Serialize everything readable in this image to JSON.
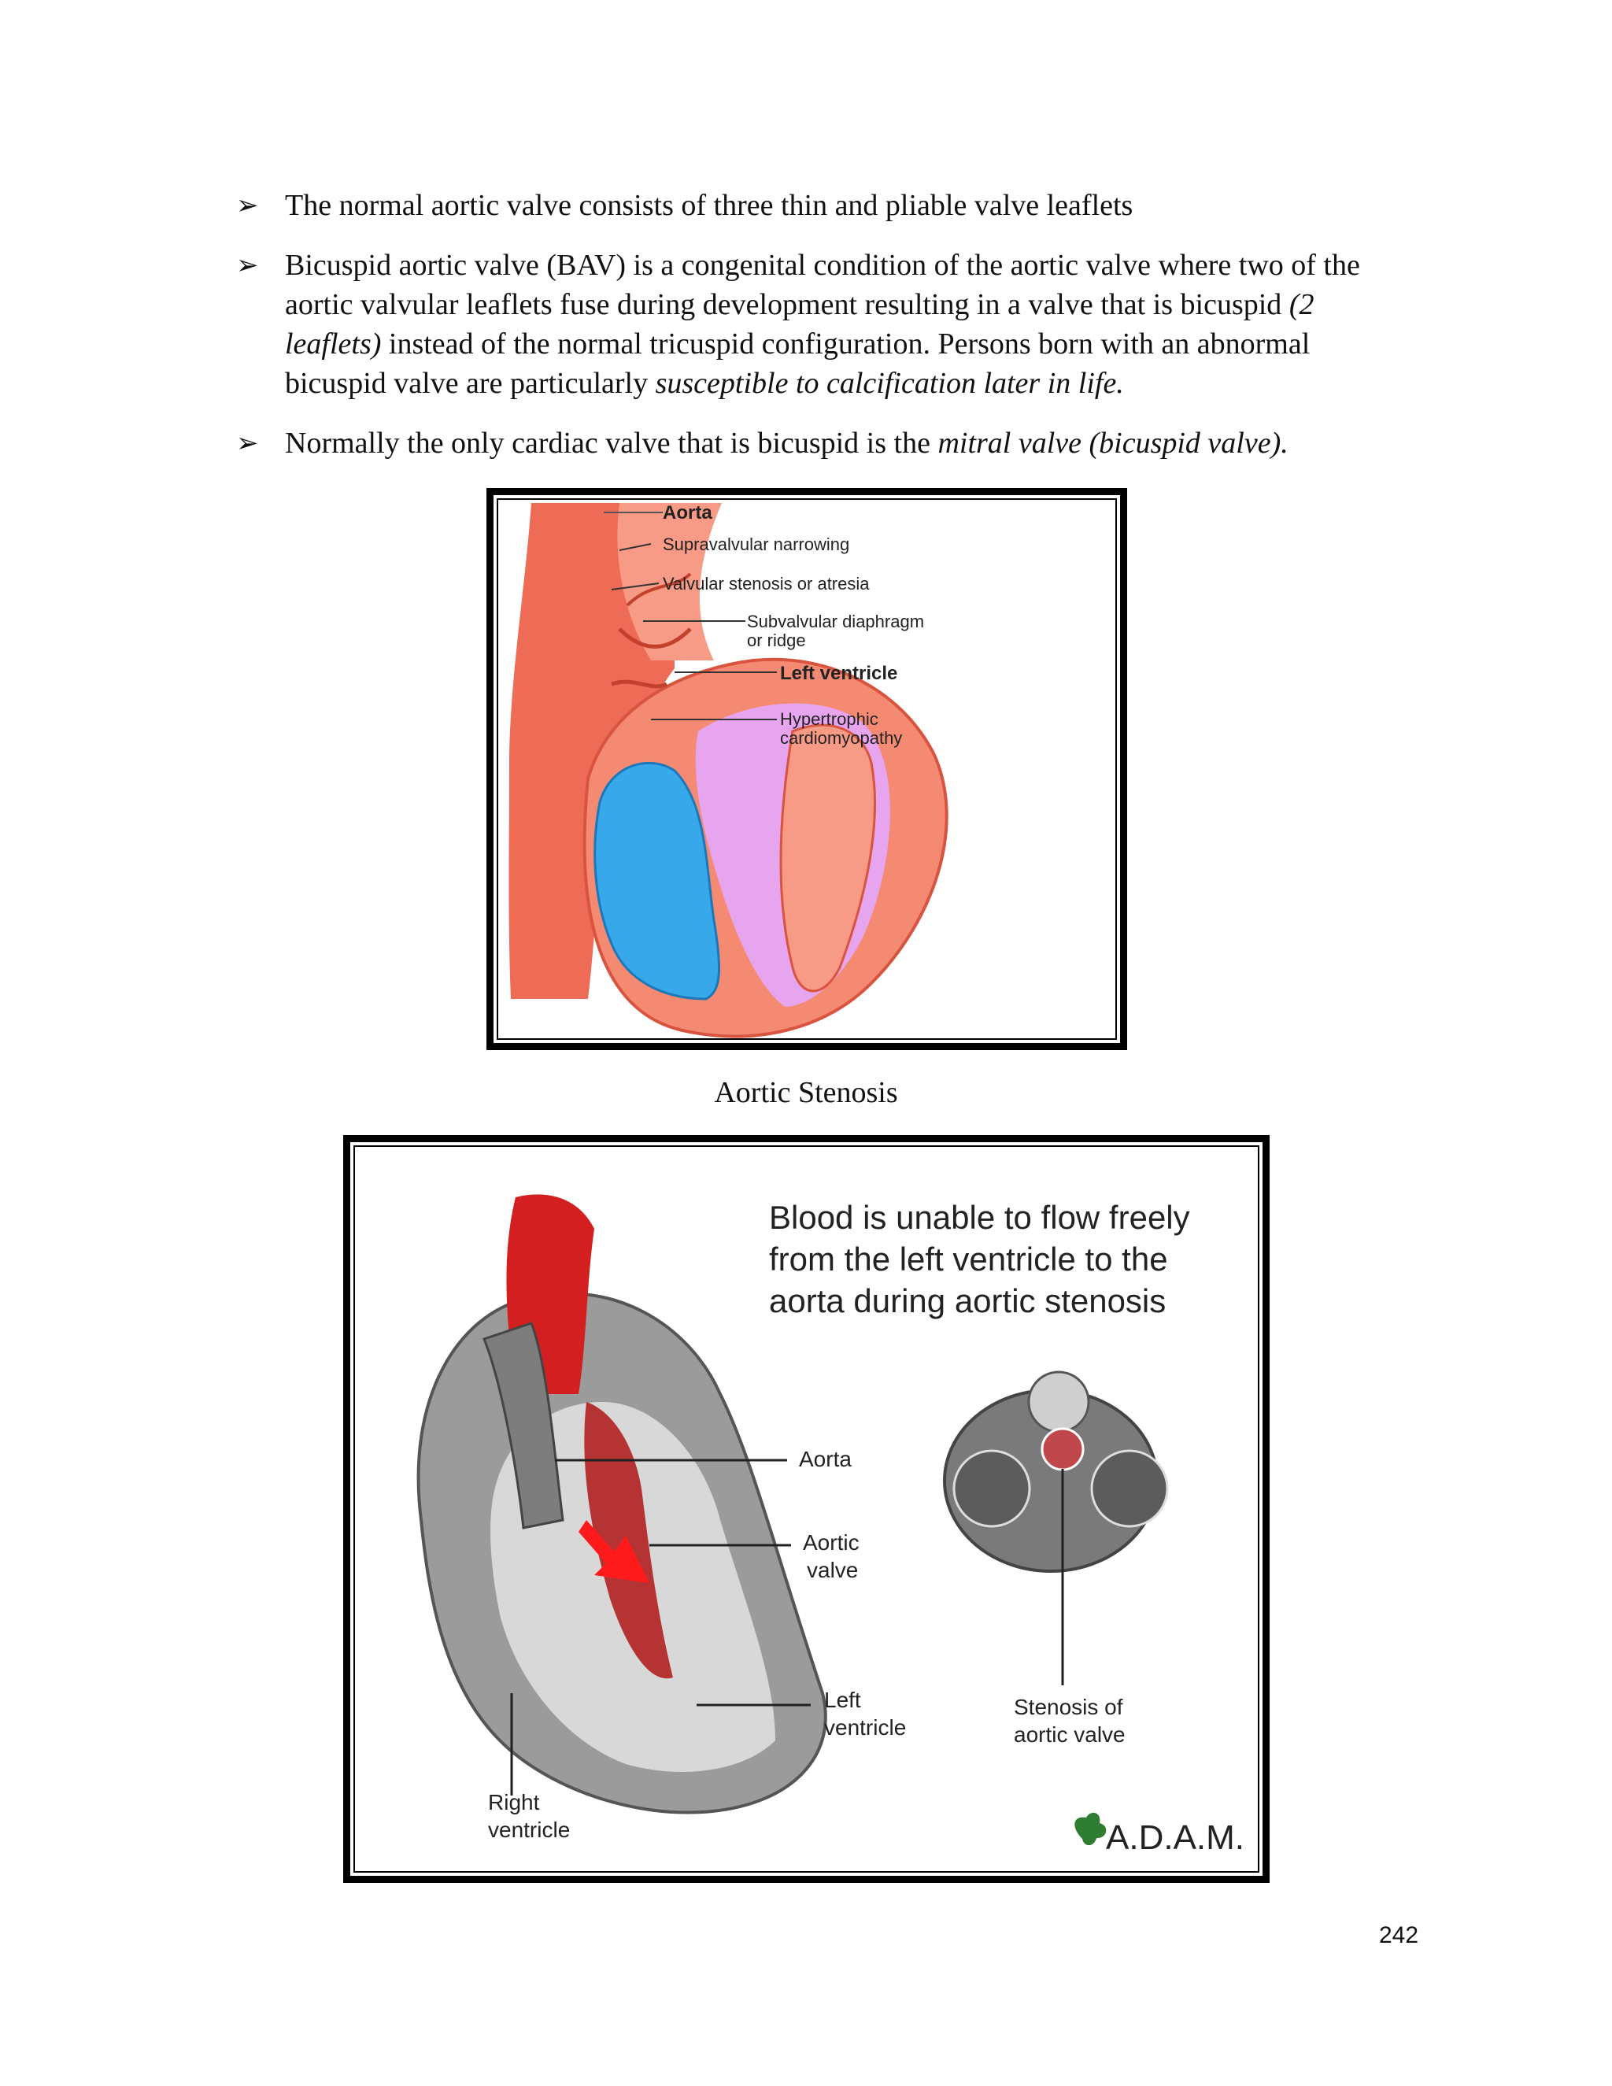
{
  "bullets": [
    {
      "parts": [
        {
          "text": "The normal aortic valve consists of three thin and pliable valve leaflets",
          "italic": false
        }
      ]
    },
    {
      "parts": [
        {
          "text": "Bicuspid aortic valve (BAV) is a congenital condition of the aortic valve where two of the aortic valvular leaflets fuse during development resulting in a valve that is bicuspid ",
          "italic": false
        },
        {
          "text": "(2 leaflets)",
          "italic": true
        },
        {
          "text": " instead of the normal tricuspid configuration. Persons born with an abnormal bicuspid valve are particularly ",
          "italic": false
        },
        {
          "text": "susceptible to calcification later in life.",
          "italic": true
        }
      ]
    },
    {
      "parts": [
        {
          "text": "Normally the only cardiac valve that is bicuspid is the ",
          "italic": false
        },
        {
          "text": "mitral valve (bicuspid valve).",
          "italic": true
        }
      ]
    }
  ],
  "bullet_marker": "➢",
  "figure1": {
    "labels": {
      "aorta": "Aorta",
      "supravalvular": "Supravalvular narrowing",
      "valvular": "Valvular stenosis or atresia",
      "subvalvular_1": "Subvalvular diaphragm",
      "subvalvular_2": "or ridge",
      "left_ventricle": "Left ventricle",
      "hypertrophic_1": "Hypertrophic",
      "hypertrophic_2": "cardiomyopathy"
    }
  },
  "caption": "Aortic Stenosis",
  "figure2": {
    "heading_lines": [
      "Blood is unable to flow freely",
      "from the left ventricle to the",
      "aorta during aortic stenosis"
    ],
    "labels": {
      "aorta": "Aorta",
      "aortic_valve_1": "Aortic",
      "aortic_valve_2": "valve",
      "left_ventricle_1": "Left",
      "left_ventricle_2": "ventricle",
      "right_ventricle_1": "Right",
      "right_ventricle_2": "ventricle",
      "stenosis_1": "Stenosis of",
      "stenosis_2": "aortic valve"
    },
    "logo": "A.D.A.M."
  },
  "page_number": "242"
}
